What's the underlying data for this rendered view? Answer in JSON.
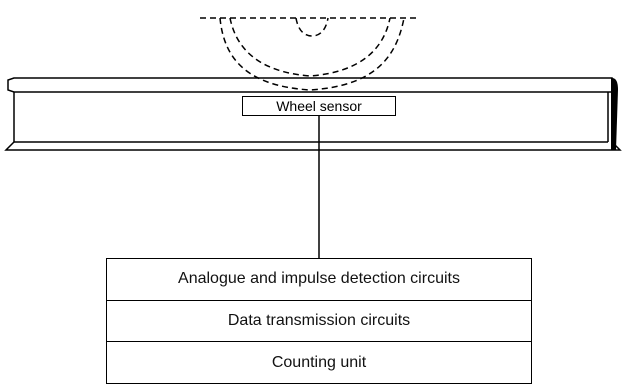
{
  "diagram": {
    "sensor_label": "Wheel sensor",
    "units": [
      "Analogue and impulse detection circuits",
      "Data transmission circuits",
      "Counting unit"
    ]
  }
}
